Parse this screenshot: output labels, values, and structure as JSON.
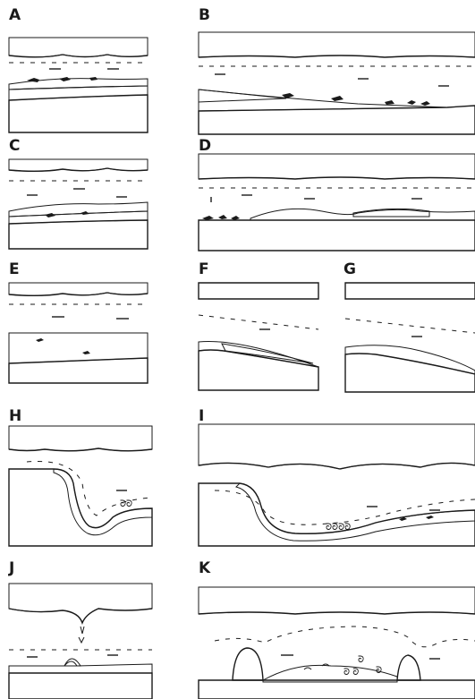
{
  "panels": [
    {
      "id": "A",
      "label": "A"
    },
    {
      "id": "B",
      "label": "B"
    },
    {
      "id": "C",
      "label": "C"
    },
    {
      "id": "D",
      "label": "D"
    },
    {
      "id": "E",
      "label": "E"
    },
    {
      "id": "F",
      "label": "F"
    },
    {
      "id": "G",
      "label": "G"
    },
    {
      "id": "H",
      "label": "H"
    },
    {
      "id": "I",
      "label": "I"
    },
    {
      "id": "J",
      "label": "J"
    },
    {
      "id": "K",
      "label": "K"
    }
  ]
}
